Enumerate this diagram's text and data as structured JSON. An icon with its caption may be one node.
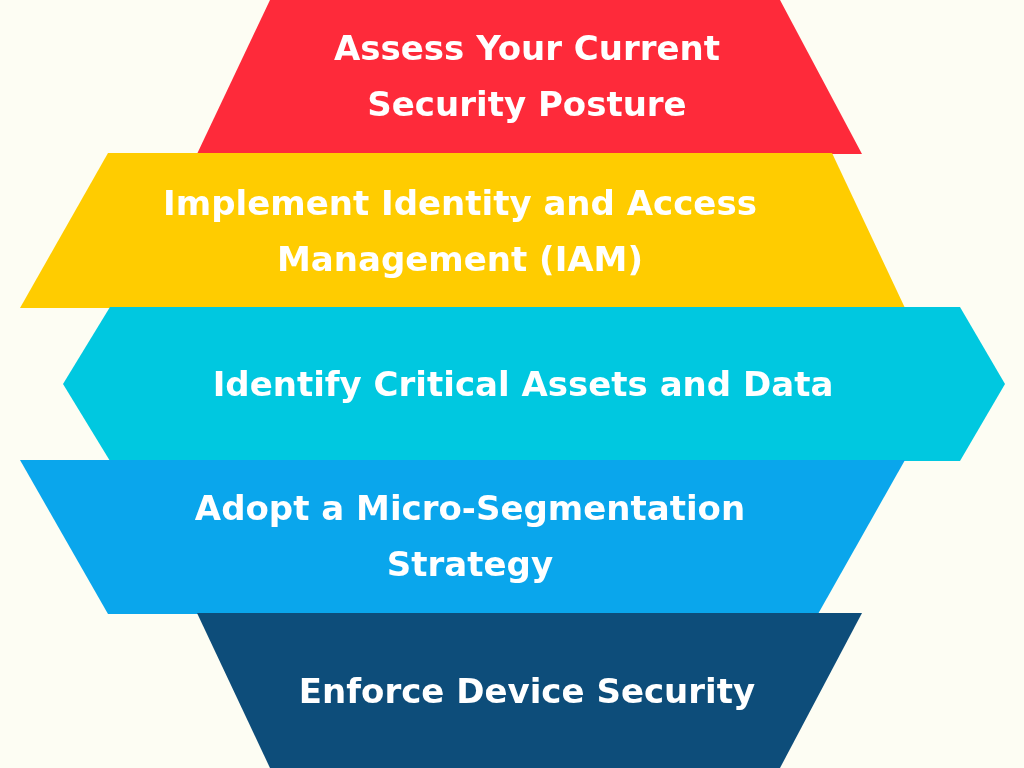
{
  "diagram": {
    "nodes": [
      {
        "text": [
          "Assess Your Current Security Posture"
        ]
      },
      {
        "text": [
          "Implement Identity and Access Management (IAM)"
        ]
      },
      {
        "text": [
          "Identify Critical Assets and Data"
        ]
      },
      {
        "text": [
          "Adopt a Micro-Segmentation Strategy"
        ]
      },
      {
        "text": [
          "Enforce Device Security"
        ]
      }
    ]
  }
}
